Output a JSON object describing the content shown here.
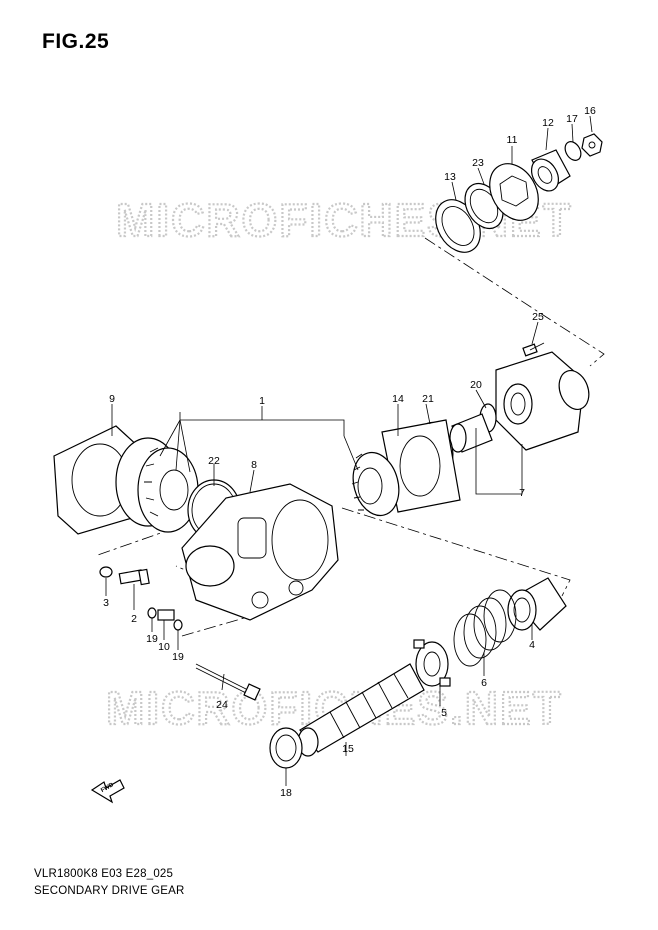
{
  "figure_title": "FIG.25",
  "footer": {
    "model_code": "VLR1800K8 E03 E28_025",
    "diagram_name": "SECONDARY DRIVE GEAR"
  },
  "watermark": "MICROFICHES.NET",
  "fwd_label": "FWD",
  "callouts": {
    "c1": "1",
    "c2": "2",
    "c3": "3",
    "c4": "4",
    "c5": "5",
    "c6": "6",
    "c7": "7",
    "c8": "8",
    "c9": "9",
    "c10": "10",
    "c11": "11",
    "c12": "12",
    "c13": "13",
    "c14": "14",
    "c15": "15",
    "c16": "16",
    "c17": "17",
    "c18": "18",
    "c19a": "19",
    "c19b": "19",
    "c20": "20",
    "c21": "21",
    "c22": "22",
    "c23": "23",
    "c24": "24",
    "c25": "25"
  }
}
